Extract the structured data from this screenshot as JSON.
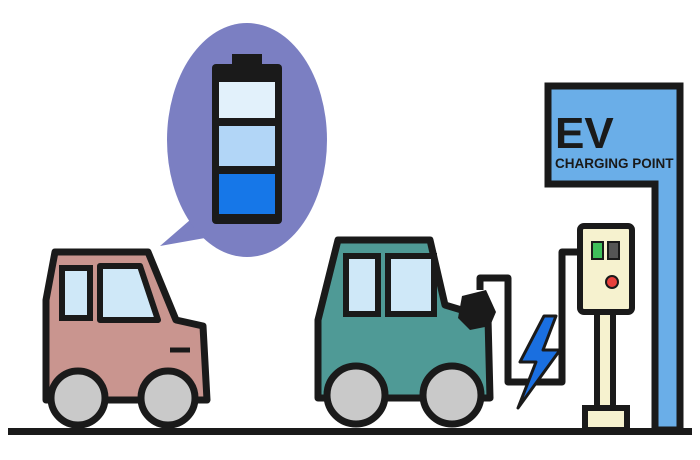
{
  "sign": {
    "title": "EV",
    "subtitle": "CHARGING POINT"
  },
  "colors": {
    "outline": "#1a1a1a",
    "bubble": "#7b7fc2",
    "battery_top": "#e2f1fb",
    "battery_middle": "#b2d6f7",
    "battery_bottom": "#1677e8",
    "pink_car": "#c9958f",
    "green_car": "#4f9a96",
    "window": "#cfe8f8",
    "wheel": "#c9c9c9",
    "sign_panel": "#6aaee8",
    "charger_body": "#f6f2cf",
    "charger_green": "#3fbf5a",
    "charger_red": "#e8413c",
    "lightning": "#1a6fe0",
    "ground": "#1a1a1a"
  },
  "icons": {
    "battery": "battery-icon",
    "lightning": "lightning-bolt-icon"
  },
  "battery": {
    "charge_level": 0.33
  }
}
